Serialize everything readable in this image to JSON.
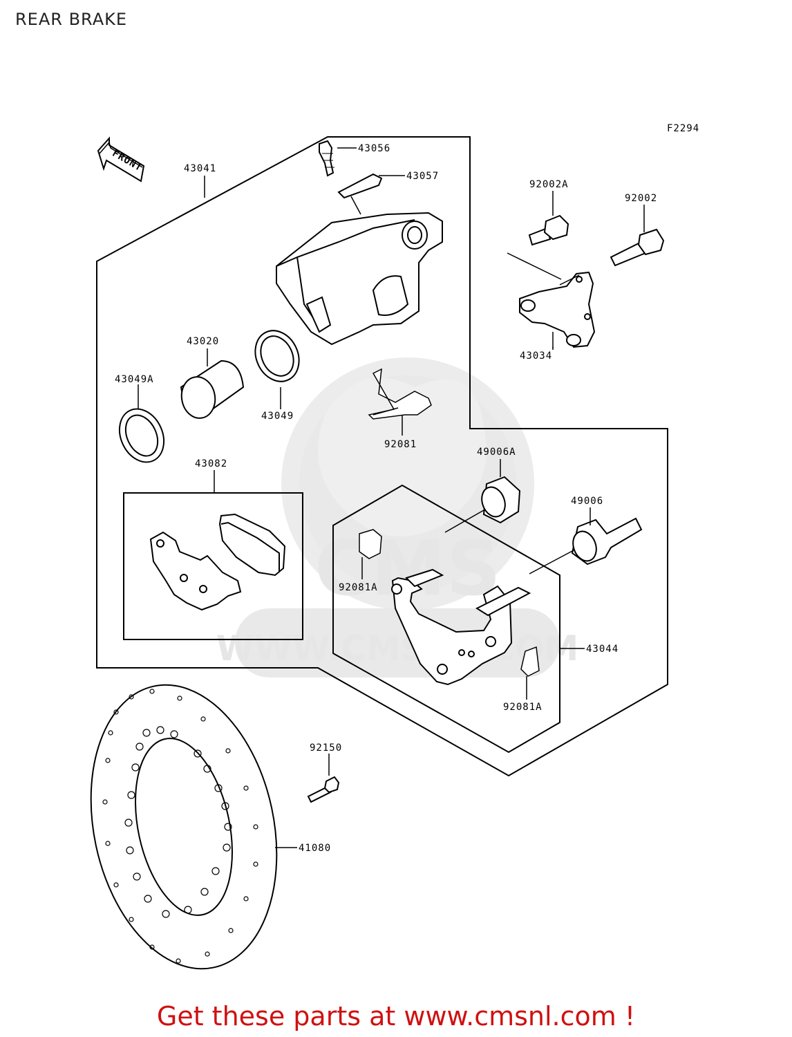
{
  "page": {
    "title": "REAR BRAKE",
    "figure_code": "F2294",
    "footer": "Get these parts at www.cmsnl.com !"
  },
  "watermark": {
    "logo": "CMS",
    "url": "WWW.CMSNL.COM"
  },
  "front_arrow": {
    "label": "FRONT"
  },
  "parts": {
    "43041": "43041",
    "43056": "43056",
    "43057": "43057",
    "92002A": "92002A",
    "92002": "92002",
    "43020": "43020",
    "43049A": "43049A",
    "43049": "43049",
    "43034": "43034",
    "92081": "92081",
    "43082": "43082",
    "49006A": "49006A",
    "49006": "49006",
    "92081A_1": "92081A",
    "92081A_2": "92081A",
    "43044": "43044",
    "92150": "92150",
    "41080": "41080"
  },
  "colors": {
    "footer": "#d01010",
    "lines": "#000000",
    "watermark": "#e6e6e6"
  }
}
